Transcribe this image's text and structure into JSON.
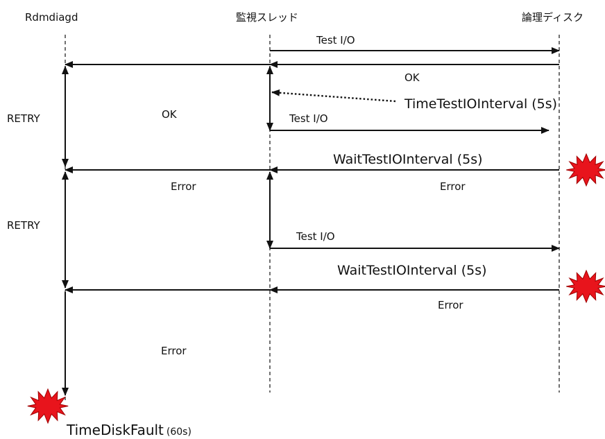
{
  "headers": {
    "rdmdiagd": "Rdmdiagd",
    "monitor_thread": "監視スレッド",
    "logical_disk": "論理ディスク"
  },
  "messages": {
    "test_io_1": "Test I/O",
    "ok_reply": "OK",
    "ok_left": "OK",
    "time_test_io_interval": "TimeTestIOInterval (5s)",
    "test_io_2": "Test I/O",
    "wait_test_io_interval_1": "WaitTestIOInterval (5s)",
    "error_left_1": "Error",
    "error_right_1": "Error",
    "test_io_3": "Test I/O",
    "wait_test_io_interval_2": "WaitTestIOInterval (5s)",
    "error_right_2": "Error",
    "error_left_2": "Error"
  },
  "side_labels": {
    "retry_1": "RETRY",
    "retry_2": "RETRY"
  },
  "footer": {
    "time_disk_fault": "TimeDiskFault",
    "time_disk_fault_value": "(60s)"
  },
  "colors": {
    "fault_star": "#e8141c",
    "line": "#111111"
  }
}
